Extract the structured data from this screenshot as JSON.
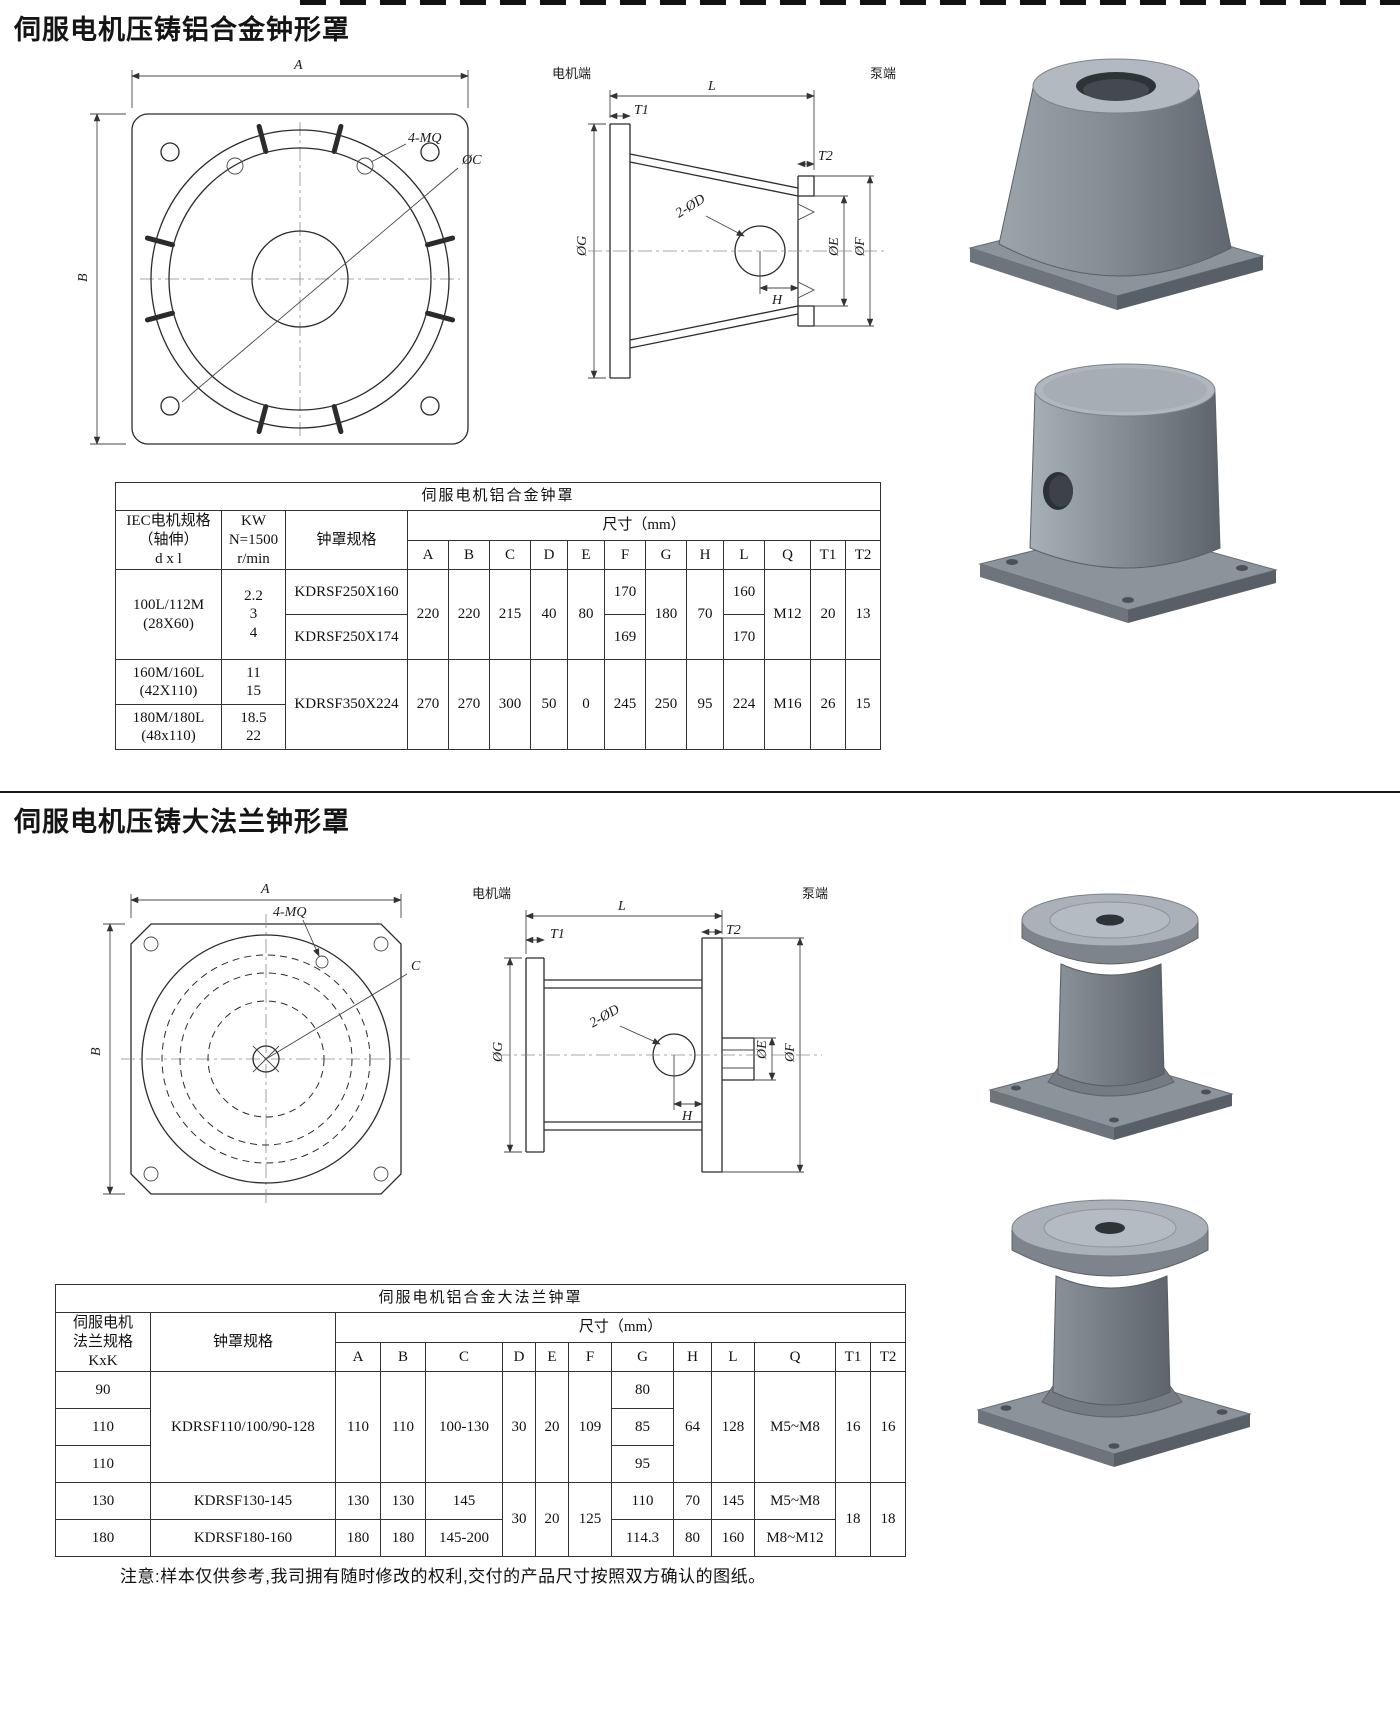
{
  "page": {
    "title1": "伺服电机压铸铝合金钟形罩",
    "title2": "伺服电机压铸大法兰钟形罩",
    "footer": "注意:样本仅供参考,我司拥有随时修改的权利,交付的产品尺寸按照双方确认的图纸。"
  },
  "fv1": {
    "a": "A",
    "b": "B",
    "mq": "4-MQ",
    "c": "ØC"
  },
  "sv1": {
    "motor": "电机端",
    "pump": "泵端",
    "l": "L",
    "t1": "T1",
    "t2": "T2",
    "d": "2-ØD",
    "g": "ØG",
    "e": "ØE",
    "f": "ØF",
    "h": "H"
  },
  "fv2": {
    "a": "A",
    "b": "B",
    "mq": "4-MQ",
    "c": "C"
  },
  "sv2": {
    "motor": "电机端",
    "pump": "泵端",
    "l": "L",
    "t1": "T1",
    "t2": "T2",
    "d": "2-ØD",
    "g": "ØG",
    "e": "ØE",
    "f": "ØF",
    "h": "H"
  },
  "t1": {
    "title": "伺服电机铝合金钟罩",
    "h_iec": [
      "IEC电机规格",
      "（轴伸）",
      "d x l"
    ],
    "h_kw": [
      "KW",
      "N=1500",
      "r/min"
    ],
    "h_spec": "钟罩规格",
    "h_size": "尺寸（mm）",
    "cols": [
      "A",
      "B",
      "C",
      "D",
      "E",
      "F",
      "G",
      "H",
      "L",
      "Q",
      "T1",
      "T2"
    ],
    "r": {
      "iec1": [
        "100L/112M",
        "(28X60)"
      ],
      "kw1": [
        "2.2",
        "3",
        "4"
      ],
      "spec1": "KDRSF250X160",
      "spec2": "KDRSF250X174",
      "A1": "220",
      "B1": "220",
      "C1": "215",
      "D1": "40",
      "E1": "80",
      "F1a": "170",
      "F1b": "169",
      "G1": "180",
      "H1": "70",
      "L1a": "160",
      "L1b": "170",
      "Q1": "M12",
      "T1a": "20",
      "T2a": "13",
      "iec2": [
        "160M/160L",
        "(42X110)"
      ],
      "kw2": [
        "11",
        "15"
      ],
      "iec3": [
        "180M/180L",
        "(48x110)"
      ],
      "kw3": [
        "18.5",
        "22"
      ],
      "spec3": "KDRSF350X224",
      "A2": "270",
      "B2": "270",
      "C2": "300",
      "D2": "50",
      "E2": "0",
      "F2": "245",
      "G2": "250",
      "H2": "95",
      "L2": "224",
      "Q2": "M16",
      "T1b": "26",
      "T2b": "15"
    }
  },
  "t2": {
    "title": "伺服电机铝合金大法兰钟罩",
    "h_flange": [
      "伺服电机",
      "法兰规格",
      "KxK"
    ],
    "h_spec": "钟罩规格",
    "h_size": "尺寸（mm）",
    "cols": [
      "A",
      "B",
      "C",
      "D",
      "E",
      "F",
      "G",
      "H",
      "L",
      "Q",
      "T1",
      "T2"
    ],
    "r": {
      "k1": "90",
      "k2": "110",
      "k3": "110",
      "k4": "130",
      "k5": "180",
      "spec1": "KDRSF110/100/90-128",
      "spec2": "KDRSF130-145",
      "spec3": "KDRSF180-160",
      "A1": "110",
      "B1": "110",
      "C1": "100-130",
      "D1": "30",
      "E1": "20",
      "F1": "109",
      "G1a": "80",
      "G1b": "85",
      "G1c": "95",
      "H1": "64",
      "L1": "128",
      "Q1": "M5~M8",
      "T1a": "16",
      "T2a": "16",
      "A2": "130",
      "B2": "130",
      "C2": "145",
      "D2": "30",
      "E2": "20",
      "F2": "125",
      "G2": "110",
      "H2": "70",
      "L2": "145",
      "Q2": "M5~M8",
      "T1b": "18",
      "T2b": "18",
      "A3": "180",
      "B3": "180",
      "C3": "145-200",
      "G3": "114.3",
      "H3": "80",
      "L3": "160",
      "Q3": "M8~M12"
    }
  }
}
